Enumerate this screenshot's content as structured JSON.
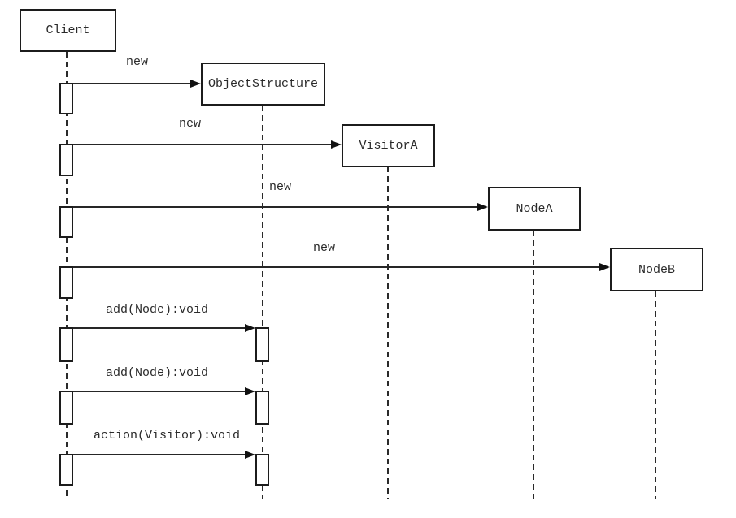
{
  "diagram": {
    "type": "uml-sequence-diagram"
  },
  "actors": [
    {
      "label": "Client"
    },
    {
      "label": "ObjectStructure"
    },
    {
      "label": "VisitorA"
    },
    {
      "label": "NodeA"
    },
    {
      "label": "NodeB"
    }
  ],
  "messages": [
    {
      "label": "new",
      "from": "Client",
      "to": "ObjectStructure",
      "kind": "create"
    },
    {
      "label": "new",
      "from": "Client",
      "to": "VisitorA",
      "kind": "create"
    },
    {
      "label": "new",
      "from": "Client",
      "to": "NodeA",
      "kind": "create"
    },
    {
      "label": "new",
      "from": "Client",
      "to": "NodeB",
      "kind": "create"
    },
    {
      "label": "add(Node):void",
      "from": "Client",
      "to": "ObjectStructure",
      "kind": "call"
    },
    {
      "label": "add(Node):void",
      "from": "Client",
      "to": "ObjectStructure",
      "kind": "call"
    },
    {
      "label": "action(Visitor):void",
      "from": "Client",
      "to": "ObjectStructure",
      "kind": "call"
    }
  ],
  "colors": {
    "line": "#262626",
    "box_border": "#1c1c1c",
    "text": "#2a2a2a",
    "background": "#ffffff"
  }
}
